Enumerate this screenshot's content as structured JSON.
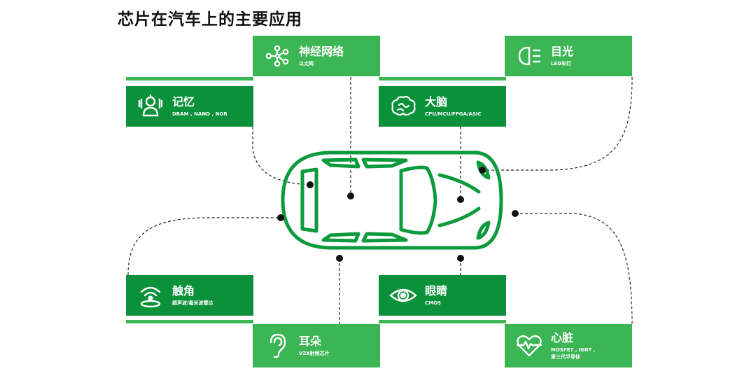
{
  "title": "芯片在汽车上的主要应用",
  "colors": {
    "light_green": "#3cb554",
    "dark_green": "#0a9139",
    "car_green": "#0b9a3c",
    "text": "#111111",
    "white": "#ffffff"
  },
  "cards": [
    {
      "id": "memory",
      "name": "记忆",
      "sub": [
        "DRAM , NAND , NOR"
      ],
      "icon": "robot-head-icon"
    },
    {
      "id": "neural",
      "name": "神经网络",
      "sub": [
        "以太网"
      ],
      "icon": "neural-network-icon"
    },
    {
      "id": "brain",
      "name": "大脑",
      "sub": [
        "CPU/MCU/FPGA/ASIC"
      ],
      "icon": "brain-icon"
    },
    {
      "id": "eyesight",
      "name": "目光",
      "sub": [
        "LED车灯"
      ],
      "icon": "headlight-icon"
    },
    {
      "id": "touch",
      "name": "触角",
      "sub": [
        "超声波/毫米波雷达"
      ],
      "icon": "radar-icon"
    },
    {
      "id": "eyes",
      "name": "眼睛",
      "sub": [
        "CMOS"
      ],
      "icon": "eye-icon"
    },
    {
      "id": "ears",
      "name": "耳朵",
      "sub": [
        "V2X射频芯片"
      ],
      "icon": "ear-icon"
    },
    {
      "id": "heart",
      "name": "心脏",
      "sub": [
        "MOSFET , IGBT ,",
        "第三代半导体"
      ],
      "icon": "heartbeat-icon"
    }
  ]
}
